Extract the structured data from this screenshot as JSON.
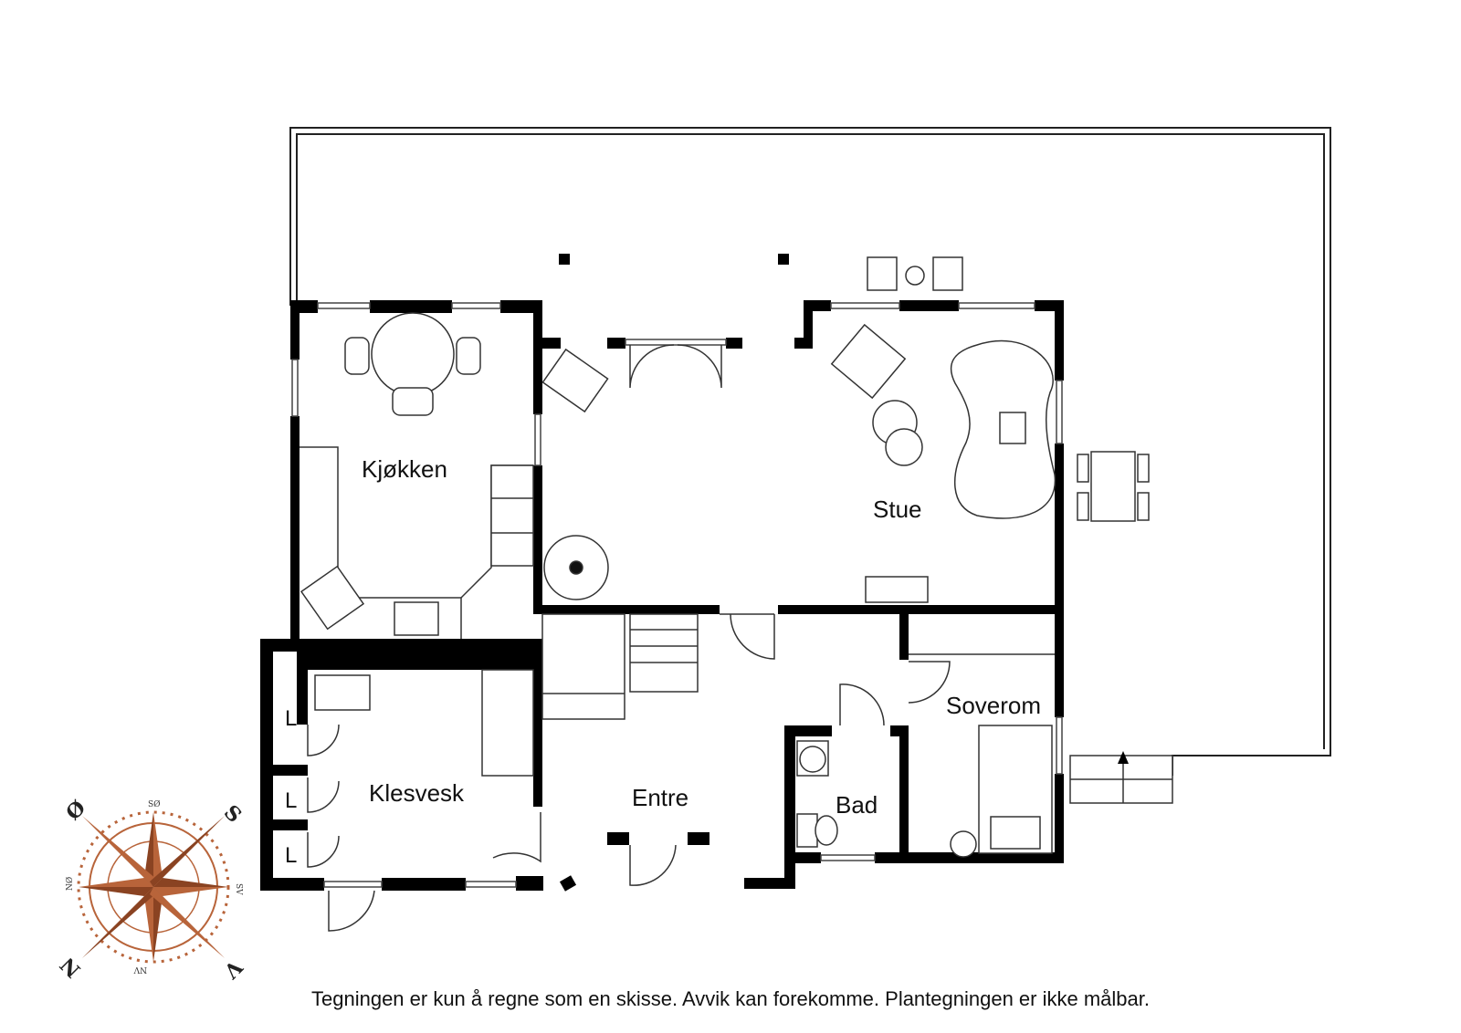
{
  "rooms": {
    "kitchen": "Kjøkken",
    "living": "Stue",
    "laundry": "Klesvesk",
    "entrance": "Entre",
    "bathroom": "Bad",
    "bedroom": "Soverom"
  },
  "storage_label": "L",
  "compass": {
    "n": "N",
    "s": "S",
    "o": "Ø",
    "v": "V",
    "so": "SØ",
    "sv": "SV",
    "nv": "NV",
    "no": "NØ"
  },
  "disclaimer": "Tegningen er kun å regne som en skisse. Avvik kan forekomme. Plantegningen er ikke målbar.",
  "colors": {
    "wall": "#000000",
    "compass": "#b8643a"
  }
}
